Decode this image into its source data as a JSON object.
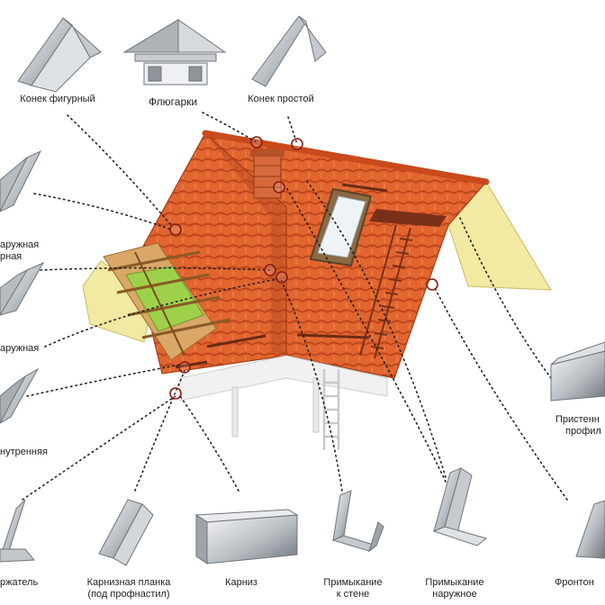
{
  "labels": {
    "ridge_figured": "Конек фигурный",
    "vanes": "Флюгарки",
    "ridge_simple": "Конек простой",
    "external_1": "аружная",
    "external_2": "рная",
    "external_3": "аружная",
    "internal": "нутренняя",
    "wall_profile_1": "Пристенн",
    "wall_profile_2": "профил",
    "holder": "ржатель",
    "eaves_strip_1": "Карнизная планка",
    "eaves_strip_2": "(под профнастил)",
    "eaves": "Карниз",
    "wall_abutment_1": "Примыкание",
    "wall_abutment_2": "к стене",
    "outer_abutment_1": "Примыкание",
    "outer_abutment_2": "наружное",
    "gable": "Фронтон"
  },
  "colors": {
    "tile": "#e2652f",
    "tile_dark": "#b8431c",
    "gable_yellow": "#f2e9a2",
    "metal_light": "#e6e8ea",
    "metal_dark": "#8e949a",
    "marker": "#8b1a10",
    "leader": "#222222"
  }
}
